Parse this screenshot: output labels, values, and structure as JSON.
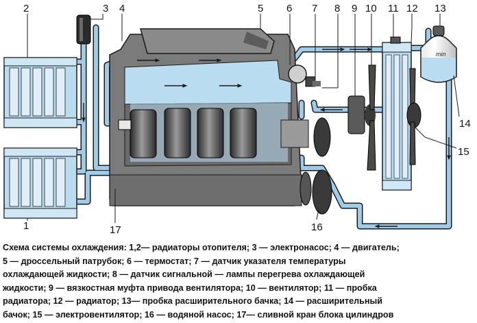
{
  "callouts": [
    "1",
    "2",
    "3",
    "4",
    "5",
    "6",
    "7",
    "8",
    "9",
    "10",
    "11",
    "12",
    "13",
    "14",
    "15",
    "16",
    "17"
  ],
  "tank_label": "min",
  "caption_lines": [
    "Схема системы охлаждения: 1,2— радиаторы отопителя; 3 — электронасос; 4 — двигатель;",
    "5 — дроссельный патрубок; 6 — термостат; 7 — датчик указателя температуры",
    "охлаждающей жидкости; 8 — датчик сигнальной — лампы перегрева охлаждающей",
    "жидкости; 9 — вязкостная муфта привода вентилятора; 10 — вентилятор; 11 — пробка",
    "радиатора; 12 — радиатор; 13— пробка расширительного бачка; 14 — расширительный",
    "бачок; 15 — электровентилятор; 16 — водяной насос; 17— сливной кран блока цилиндров"
  ],
  "colors": {
    "coolant": "#b9dcf1",
    "pipe": "#9fcbe8",
    "engine": "#7b7b7b",
    "outline": "#1a1a1a"
  }
}
